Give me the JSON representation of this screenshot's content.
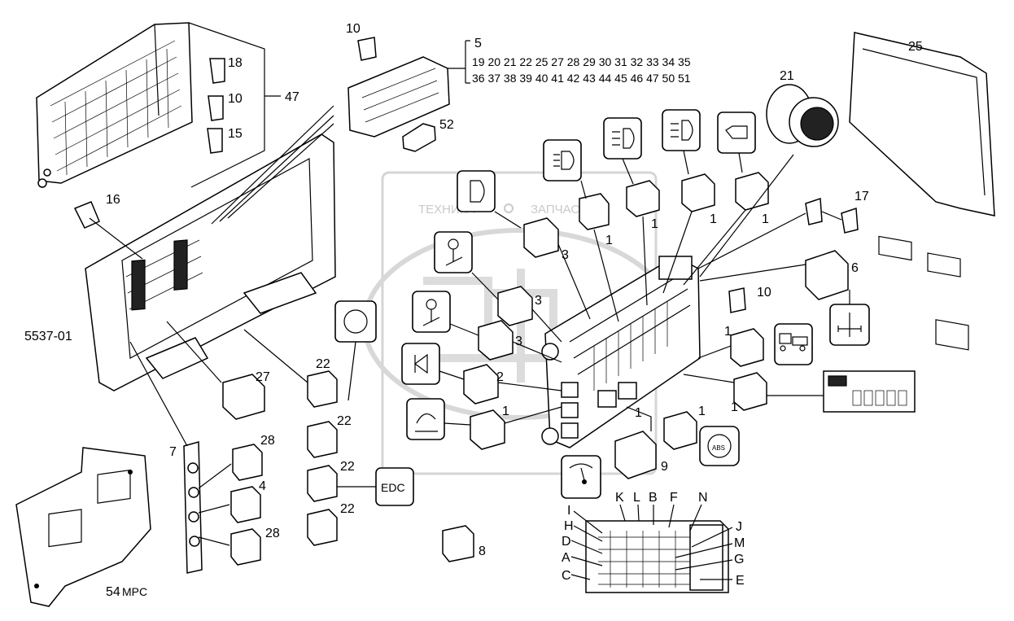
{
  "diagram": {
    "code": "5537-01",
    "labels": {
      "fuse_10_top": "10",
      "relay_18": "18",
      "relay_10_left": "10",
      "relay_15": "15",
      "panel_47": "47",
      "connector_5": "5",
      "list_row1": "19 20 21 22 25 27 28 29 30 31 32 33 34 35",
      "list_row2": "36 37 38 39 40 41 42 43 44 45 46 47 50 51",
      "clip_52": "52",
      "bracket_25": "25",
      "connector_21": "21",
      "switch_16": "16",
      "switch_17": "17",
      "relay_6": "6",
      "fuse_10_right": "10",
      "relay_27": "27",
      "relay_22a": "22",
      "relay_22b": "22",
      "relay_22c": "22",
      "relay_22d": "22",
      "strip_7": "7",
      "relay_28a": "28",
      "relay_4": "4",
      "relay_28b": "28",
      "plate_54": "54",
      "plate_54_suffix": "MPC",
      "relay_8": "8",
      "relay_9": "9",
      "edc": "EDC",
      "relay_3a": "3",
      "relay_3b": "3",
      "relay_3c": "3",
      "relay_2": "2",
      "relay_1a": "1",
      "relay_1b": "1",
      "relay_1c": "1",
      "relay_1d": "1",
      "relay_1e": "1",
      "relay_1f": "1",
      "relay_1g": "1",
      "relay_1h": "1",
      "relay_1i": "1",
      "fuse_K": "K",
      "fuse_L": "L",
      "fuse_B": "B",
      "fuse_F": "F",
      "fuse_N": "N",
      "fuse_I": "I",
      "fuse_H": "H",
      "fuse_D": "D",
      "fuse_A": "A",
      "fuse_C": "C",
      "fuse_J": "J",
      "fuse_M": "M",
      "fuse_G": "G",
      "fuse_E": "E"
    },
    "watermark": {
      "left": "ТЕХНИКА",
      "right": "ЗАПЧАСТИ"
    },
    "icons": [
      "headlamp-icon",
      "fog-lamp-icon",
      "horn-icon",
      "ignition-key-icon",
      "wiper-icon",
      "hazard-icon",
      "gauge-icon",
      "abs-icon",
      "trailer-icon",
      "axle-icon"
    ]
  }
}
